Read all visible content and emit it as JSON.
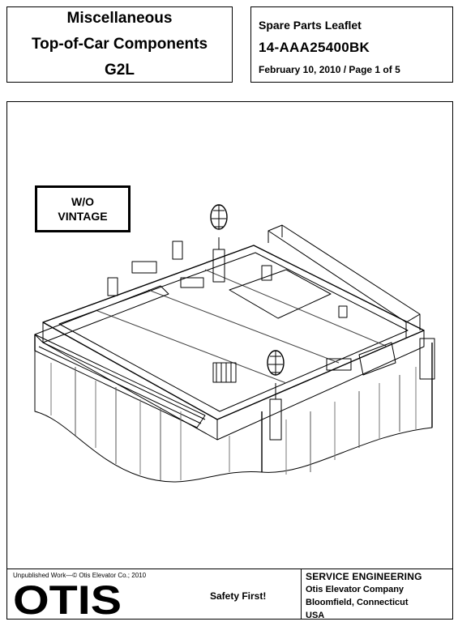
{
  "title": {
    "line1": "Miscellaneous",
    "line2": "Top-of-Car Components",
    "line3": "G2L"
  },
  "leaflet": {
    "label": "Spare Parts Leaflet",
    "number": "14-AAA25400BK",
    "date_page": "February 10, 2010 / Page 1 of 5"
  },
  "drawing": {
    "note_line1": "W/O",
    "note_line2": "VINTAGE"
  },
  "footer": {
    "copyright": "Unpublished Work—© Otis Elevator Co.; 2010",
    "logo_text": "OTIS",
    "safety": "Safety First!",
    "dept": "SERVICE ENGINEERING",
    "company": "Otis Elevator Company",
    "city": "Bloomfield, Connecticut",
    "country": "USA"
  }
}
